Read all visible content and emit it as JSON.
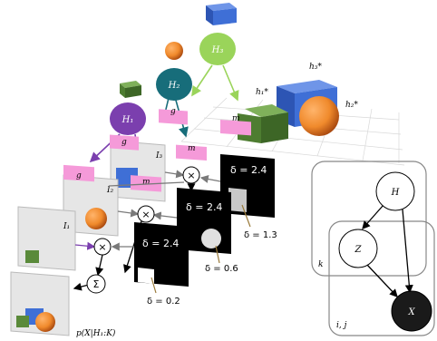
{
  "nodes": {
    "H3": "H₃",
    "H2": "H₂",
    "H1": "H₁"
  },
  "scene_labels": {
    "h1": "h₁*",
    "h2": "h₂*",
    "h3": "h₃*"
  },
  "func_labels": {
    "g": "g",
    "m": "m"
  },
  "images": {
    "I1": "I₁",
    "I2": "I₂",
    "I3": "I₃"
  },
  "deltas": {
    "d3_in": "δ = 2.4",
    "d3_out": "δ = 1.3",
    "d2_in": "δ = 2.4",
    "d2_out": "δ = 0.6",
    "d1_in": "δ = 2.4",
    "d1_out": "δ = 0.2"
  },
  "ops": {
    "times": "×",
    "sum": "Σ"
  },
  "output_label": "p(X|H₁:K)",
  "graphical_model": {
    "H": "H",
    "Z": "Z",
    "X": "X",
    "plate_k": "k",
    "plate_ij": "i, j"
  },
  "colors": {
    "green": "#5a8a3a",
    "blue": "#3f6fd6",
    "orange": "#f08a2c",
    "purple": "#7b3fae",
    "teal": "#176d7a",
    "lime": "#9ad45a",
    "pink": "#f59ad9"
  }
}
